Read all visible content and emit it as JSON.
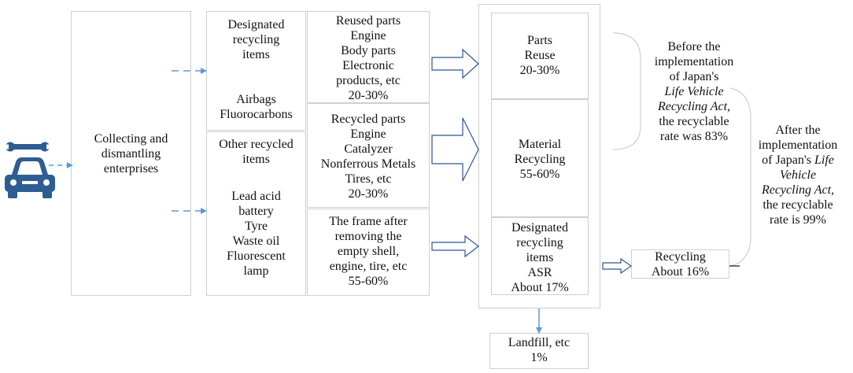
{
  "collect": {
    "lines": [
      "Collecting and",
      "dismantling",
      "enterprises"
    ]
  },
  "designated": {
    "top": [
      "Designated",
      "recycling",
      "items"
    ],
    "bottom": [
      "Airbags",
      "Fluorocarbons"
    ]
  },
  "other": {
    "top": [
      "Other recycled",
      "items"
    ],
    "bottom": [
      "Lead acid",
      "battery",
      "Tyre",
      "Waste oil",
      "Fluorescent",
      "lamp"
    ]
  },
  "reused": {
    "lines": [
      "Reused parts",
      "Engine",
      "Body parts",
      "Electronic",
      "products, etc",
      "20-30%"
    ]
  },
  "recycled": {
    "lines": [
      "Recycled parts",
      "Engine",
      "Catalyzer",
      "Nonferrous Metals",
      "Tires, etc",
      "20-30%"
    ]
  },
  "frame": {
    "lines": [
      "The frame after",
      "removing the",
      "empty shell,",
      "engine, tire, etc",
      "55-60%"
    ]
  },
  "parts_reuse": {
    "lines": [
      "Parts",
      "Reuse",
      "20-30%"
    ]
  },
  "material": {
    "lines": [
      "Material",
      "Recycling",
      "55-60%"
    ]
  },
  "asr": {
    "lines": [
      "Designated",
      "recycling",
      "items",
      "ASR",
      "About 17%"
    ]
  },
  "recycling": {
    "lines": [
      "Recycling",
      "About 16%"
    ]
  },
  "landfill": {
    "lines": [
      "Landfill, etc",
      "1%"
    ]
  },
  "before_note": {
    "l1": "Before the",
    "l2": "implementation",
    "l3": "of Japan's",
    "l4": "Life Vehicle",
    "l5a": "Recycling Act",
    "l5b": ",",
    "l6": "the recyclable",
    "l7": "rate was 83%"
  },
  "after_note": {
    "l1": "After the",
    "l2": "implementation",
    "l3a": "of Japan's ",
    "l3b": "Life",
    "l4": "Vehicle",
    "l5": "Recycling Act,",
    "l6": "the recyclable",
    "l7": "rate is 99%"
  },
  "colors": {
    "arrow": "#5b9bd5",
    "outline": "#2f5597",
    "car": "#2e5d93",
    "border": "#cfcfcf"
  },
  "icons": [
    "wrench-icon",
    "car-icon"
  ]
}
